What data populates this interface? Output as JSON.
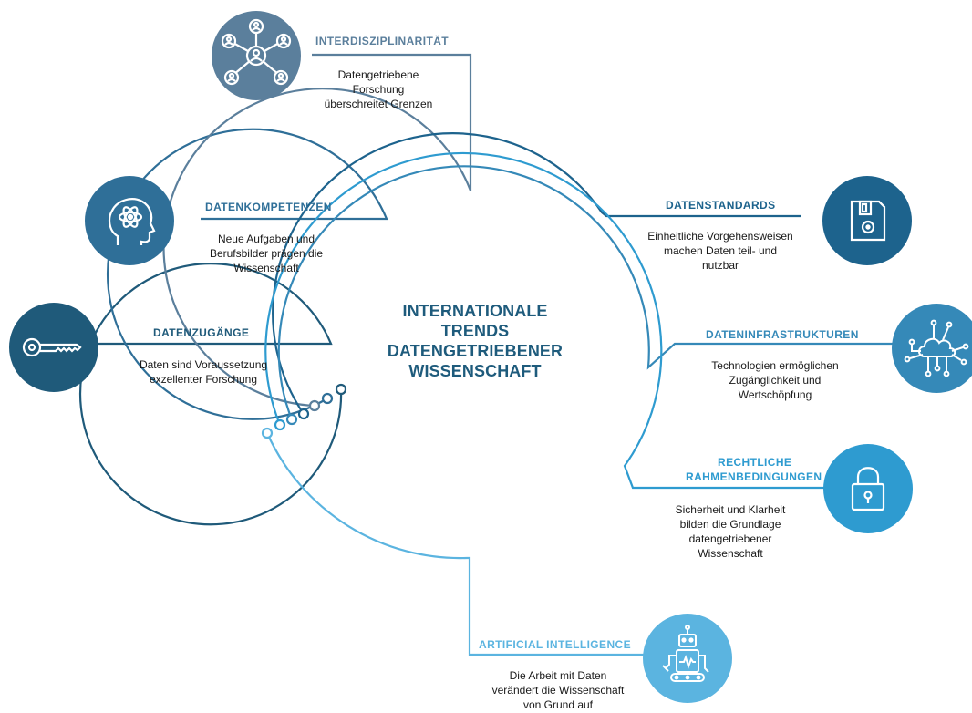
{
  "center": {
    "line1": "INTERNATIONALE",
    "line2": "TRENDS",
    "line3": "DATENGETRIEBENER",
    "line4": "WISSENSCHAFT"
  },
  "colors": {
    "c1": "#5b7f9c",
    "c2": "#2f6f98",
    "c3": "#1f5a7a",
    "c4": "#1d638d",
    "c5": "#3589b8",
    "c6": "#2e9bd0",
    "c7": "#5bb4e0"
  },
  "trends": [
    {
      "title": "INTERDISZIPLINARITÄT",
      "lines": [
        "Datengetriebene",
        "Forschung",
        "überschreitet Grenzen"
      ],
      "icon": "network-people-icon"
    },
    {
      "title": "DATENKOMPETENZEN",
      "lines": [
        "Neue Aufgaben und",
        "Berufsbilder prägen die",
        "Wissenschaft"
      ],
      "icon": "head-atom-icon"
    },
    {
      "title": "DATENZUGÄNGE",
      "lines": [
        "Daten sind Voraussetzung",
        "exzellenter Forschung"
      ],
      "icon": "key-icon"
    },
    {
      "title": "DATENSTANDARDS",
      "lines": [
        "Einheitliche Vorgehensweisen",
        "machen Daten teil- und",
        "nutzbar"
      ],
      "icon": "floppy-disk-icon"
    },
    {
      "title": "DATENINFRASTRUKTUREN",
      "lines": [
        "Technologien ermöglichen",
        "Zugänglichkeit und",
        "Wertschöpfung"
      ],
      "icon": "cloud-network-icon"
    },
    {
      "title_line1": "RECHTLICHE",
      "title_line2": "RAHMENBEDINGUNGEN",
      "lines": [
        "Sicherheit und Klarheit",
        "bilden die Grundlage",
        "datengetriebener",
        "Wissenschaft"
      ],
      "icon": "padlock-icon"
    },
    {
      "title": "ARTIFICIAL INTELLIGENCE",
      "lines": [
        "Die Arbeit mit Daten",
        "verändert die Wissenschaft",
        "von Grund auf"
      ],
      "icon": "robot-icon"
    }
  ]
}
